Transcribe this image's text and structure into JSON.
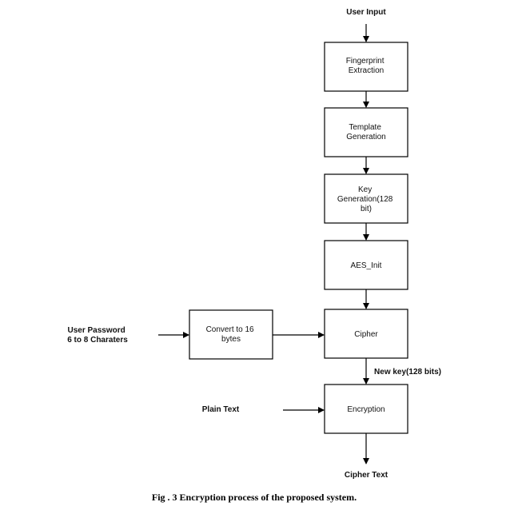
{
  "diagram": {
    "inputs": {
      "user_input": "User Input",
      "user_password_line1": "User Password",
      "user_password_line2": "6 to 8 Charaters",
      "plain_text": "Plain Text"
    },
    "nodes": {
      "fingerprint_line1": "Fingerprint",
      "fingerprint_line2": "Extraction",
      "template_line1": "Template",
      "template_line2": "Generation",
      "keygen_line1": "Key",
      "keygen_line2": "Generation(128",
      "keygen_line3": "bit)",
      "aes_init": "AES_Init",
      "convert_line1": "Convert to 16",
      "convert_line2": "bytes",
      "cipher": "Cipher",
      "encryption": "Encryption"
    },
    "edge_labels": {
      "new_key": "New key(128 bits)"
    },
    "outputs": {
      "cipher_text": "Cipher Text"
    },
    "caption": "Fig . 3 Encryption process of the proposed system."
  }
}
